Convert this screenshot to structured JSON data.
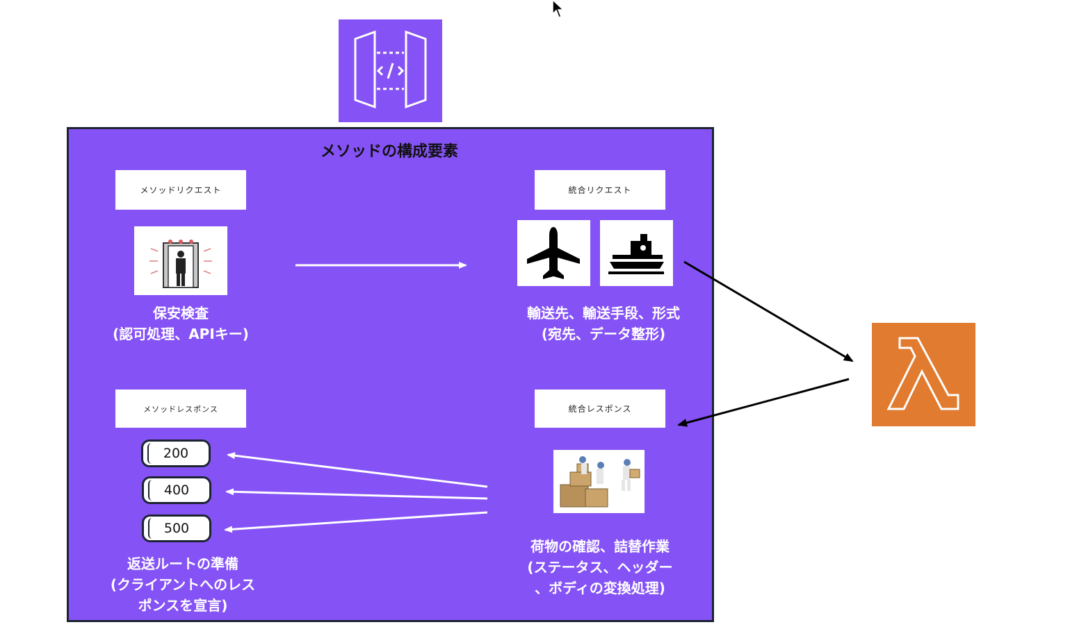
{
  "diagram": {
    "title": "メソッドの構成要素",
    "method_request": {
      "label": "メソッドリクエスト",
      "caption": "保安検査\n(認可処理、APIキー)"
    },
    "integration_request": {
      "label": "統合リクエスト",
      "caption": "輸送先、輸送手段、形式\n(宛先、データ整形)"
    },
    "method_response": {
      "label": "メソッドレスポンス",
      "status_codes": [
        "200",
        "400",
        "500"
      ],
      "caption": "返送ルートの準備\n(クライアントへのレス\nポンスを宣言)"
    },
    "integration_response": {
      "label": "統合レスポンス",
      "caption": "荷物の確認、詰替作業\n(ステータス、ヘッダー\n、ボディの変換処理)"
    }
  },
  "icons": {
    "api_gateway": "api-gateway-icon",
    "lambda": "lambda-icon",
    "security_gate": "security-gate-icon",
    "airplane": "airplane-icon",
    "ship": "ship-icon",
    "workers_boxes": "workers-boxes-icon",
    "cursor": "mouse-cursor-icon"
  },
  "colors": {
    "panel": "#8552f6",
    "api_gateway": "#8552f6",
    "lambda": "#e07b2f",
    "panel_border": "#1c2432"
  }
}
